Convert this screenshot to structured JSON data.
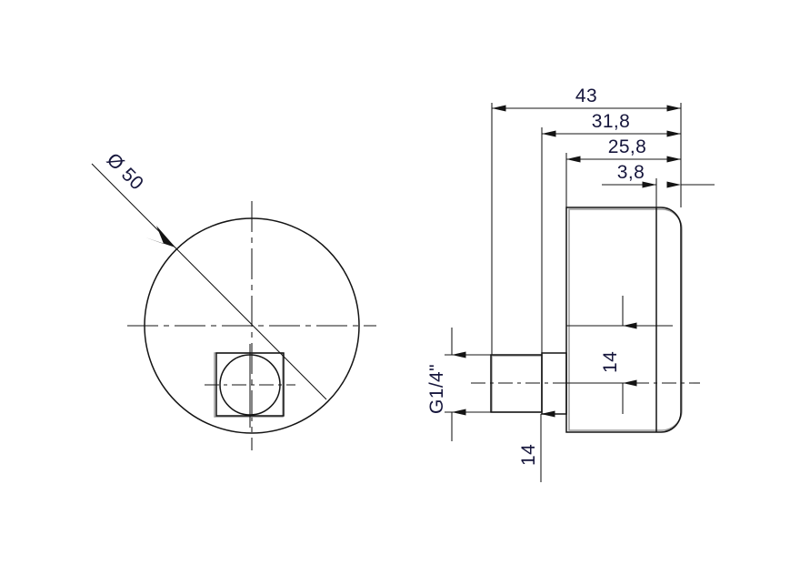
{
  "drawing": {
    "title": "Pressure gauge dimensional drawing",
    "background_color": "#ffffff",
    "line_color": "#141414",
    "dimension_text_color": "#16163c",
    "views": {
      "front": {
        "name": "front-view",
        "description": "Circular dial face with square threaded connection boss",
        "diameter_label": "Ø 50"
      },
      "side": {
        "name": "side-view",
        "description": "Side profile with case body and G1/4 inch threaded stem"
      }
    },
    "dimensions": {
      "diameter": "Ø 50",
      "overall_length": "43",
      "length_31_8": "31,8",
      "length_25_8": "25,8",
      "length_3_8": "3,8",
      "thread": "G1/4\"",
      "height_14_upper": "14",
      "height_14_lower": "14"
    }
  }
}
